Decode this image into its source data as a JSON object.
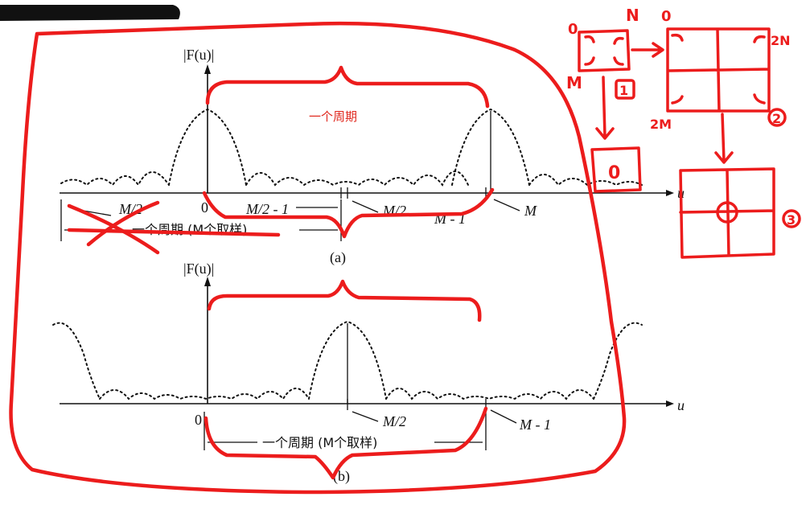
{
  "panel_a": {
    "y_label": "|F(u)|",
    "x_label": "u",
    "tick_neg_half": "M/2",
    "tick_zero": "0",
    "tick_half_minus_one": "M/2 - 1",
    "tick_half": "M/2",
    "tick_m_minus_one": "M - 1",
    "tick_m": "M",
    "period_text": "一个周期 (M个取样)",
    "caption": "(a)"
  },
  "panel_b": {
    "y_label": "|F(u)|",
    "x_label": "u",
    "tick_zero": "0",
    "tick_half": "M/2",
    "tick_m_minus_one": "M - 1",
    "period_text": "一个周期 (M个取样)",
    "caption": "(b)"
  },
  "annotations": {
    "red_period_label": "一个周期",
    "corner_0": "0",
    "corner_n": "N",
    "corner_m": "M",
    "corner_2n": "2N",
    "corner_2m": "2M",
    "step_1": "1",
    "step_2": "2",
    "step_3": "3",
    "step_0": "0",
    "top_left_0": "0"
  },
  "colors": {
    "ink": "#ec1c1c",
    "print": "#111111"
  }
}
